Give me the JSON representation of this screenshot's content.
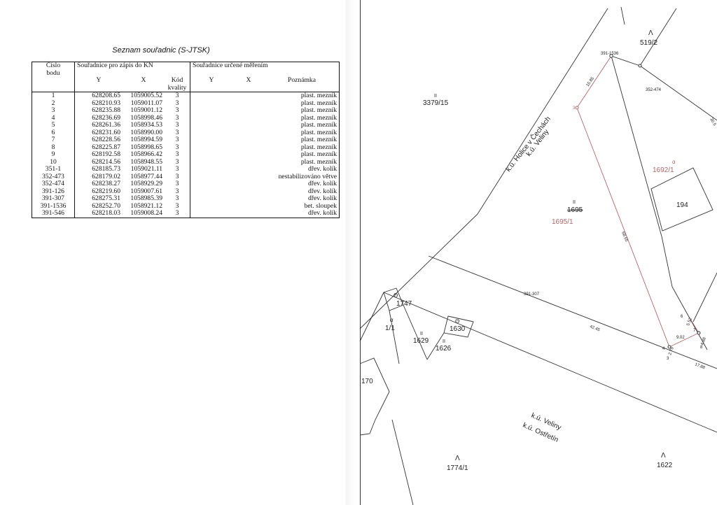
{
  "table": {
    "title": "Seznam souřadnic (S-JTSK)",
    "headers": {
      "cislo_bodu_1": "Číslo",
      "cislo_bodu_2": "bodu",
      "group_kn": "Souřadnice pro zápis do KN",
      "group_mereni": "Souřadnice určené měřením",
      "y": "Y",
      "x": "X",
      "kod_1": "Kód",
      "kod_2": "kvality",
      "y2": "Y",
      "x2": "X",
      "poznamka": "Poznámka"
    },
    "rows": [
      {
        "bod": "1",
        "y": "628208.65",
        "x": "1059005.52",
        "kod": "3",
        "pozn": "plast. mezník"
      },
      {
        "bod": "2",
        "y": "628210.93",
        "x": "1059011.07",
        "kod": "3",
        "pozn": "plast. mezník"
      },
      {
        "bod": "3",
        "y": "628235.88",
        "x": "1059001.12",
        "kod": "3",
        "pozn": "plast. mezník"
      },
      {
        "bod": "4",
        "y": "628236.69",
        "x": "1058998.46",
        "kod": "3",
        "pozn": "plast. mezník"
      },
      {
        "bod": "5",
        "y": "628261.36",
        "x": "1058934.53",
        "kod": "3",
        "pozn": "plast. mezník"
      },
      {
        "bod": "6",
        "y": "628231.60",
        "x": "1058990.00",
        "kod": "3",
        "pozn": "plast. mezník"
      },
      {
        "bod": "7",
        "y": "628228.56",
        "x": "1058994.59",
        "kod": "3",
        "pozn": "plast. mezník"
      },
      {
        "bod": "8",
        "y": "628225.87",
        "x": "1058998.65",
        "kod": "3",
        "pozn": "plast. mezník"
      },
      {
        "bod": "9",
        "y": "628192.58",
        "x": "1058966.42",
        "kod": "3",
        "pozn": "plast. mezník"
      },
      {
        "bod": "10",
        "y": "628214.56",
        "x": "1058948.55",
        "kod": "3",
        "pozn": "plast. mezník"
      },
      {
        "bod": "351-1",
        "y": "628185.73",
        "x": "1059021.11",
        "kod": "3",
        "pozn": "dřev. kolík"
      },
      {
        "bod": "352-473",
        "y": "628179.02",
        "x": "1058977.44",
        "kod": "3",
        "pozn": "nestabilizováno  větve"
      },
      {
        "bod": "352-474",
        "y": "628238.27",
        "x": "1058929.29",
        "kod": "3",
        "pozn": "dřev. kolík"
      },
      {
        "bod": "391-126",
        "y": "628219.60",
        "x": "1059007.61",
        "kod": "3",
        "pozn": "dřev. kolík"
      },
      {
        "bod": "391-307",
        "y": "628275.31",
        "x": "1058985.39",
        "kod": "3",
        "pozn": "dřev. kolík"
      },
      {
        "bod": "391-1536",
        "y": "628252.70",
        "x": "1058921.12",
        "kod": "3",
        "pozn": "bet. sloupek"
      },
      {
        "bod": "391-546",
        "y": "628218.03",
        "x": "1059008.24",
        "kod": "3",
        "pozn": "dřev. kolík"
      }
    ]
  },
  "map": {
    "parcels": {
      "p519_2": "519/2",
      "p3379_15": "3379/15",
      "p1692_1": "1692/1",
      "p194": "194",
      "p1695": "1695",
      "p1695_1": "1695/1",
      "p1747": "1747",
      "p1_1": "1/1",
      "p1629": "1629",
      "p1630": "1630",
      "p1626": "1626",
      "p170": "170",
      "p1774_1": "1774/1",
      "p1622": "1622"
    },
    "boundary_labels": {
      "ku_holice": "k.ú. Holice v Čechách",
      "ku_veliny_a": "k.ú. Veliny",
      "ku_veliny_b": "k.ú. Veliny",
      "ku_ostretin": "k.ú. Ostřetín"
    },
    "points": {
      "p391_1536": "391-1536",
      "p352_474": "352-474",
      "p391_307": "391-307",
      "n3": "3",
      "n4": "4",
      "n6": "6",
      "n7": "7",
      "n8": "8",
      "n3b": "3"
    },
    "measures": {
      "m15_85": "15.85",
      "m68_55": "68.55",
      "m42_45": "42.45",
      "m5_52": "5.52",
      "m9_02": "9.02",
      "m2_79": "2.79",
      "m4_88": "4.88",
      "m17_88": "17.88",
      "m30_5": "30.5"
    },
    "colors": {
      "new_parcel": "#b0686a",
      "lines": "#333333"
    }
  }
}
